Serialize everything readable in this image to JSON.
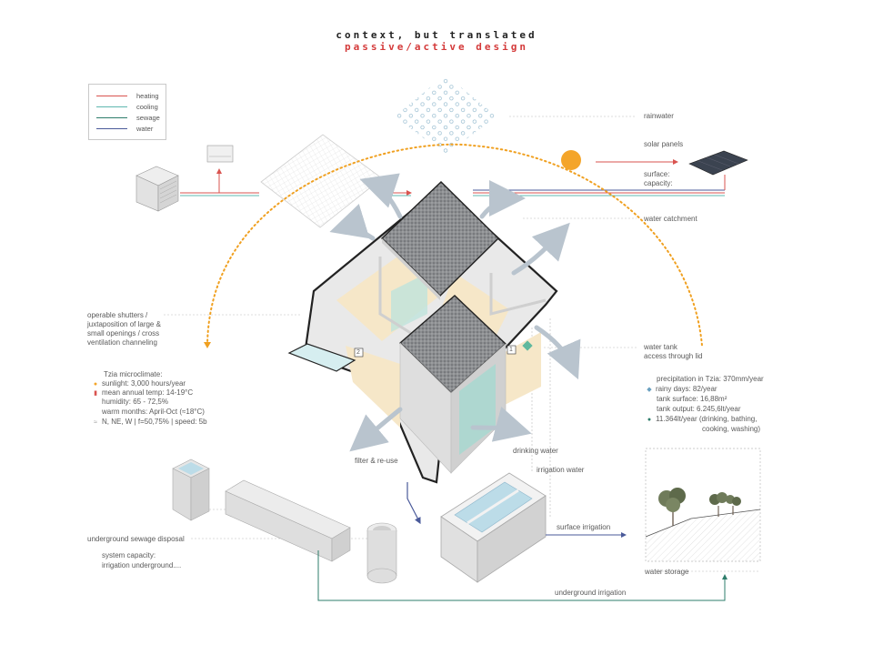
{
  "header": {
    "title": "context, but translated",
    "subtitle": "passive/active design"
  },
  "legend": {
    "items": [
      {
        "label": "heating",
        "color": "#d9534f"
      },
      {
        "label": "cooling",
        "color": "#5fb8b0"
      },
      {
        "label": "sewage",
        "color": "#2e7d6b"
      },
      {
        "label": "water",
        "color": "#4a5a9a"
      }
    ]
  },
  "labels": {
    "rainwater": "rainwater",
    "solar_panels": "solar panels",
    "surface": "surface:",
    "capacity": "capacity:",
    "water_catchment": "water catchment",
    "shutters": "operable shutters / juxtaposition of large & small openings / cross ventilation channeling",
    "water_tank_1": "water tank",
    "water_tank_2": "access through lid",
    "filter_reuse": "filter & re-use",
    "drinking_water": "drinking water",
    "irrigation_water": "irrigation water",
    "surface_irrigation": "surface irrigation",
    "sewage_disposal": "underground sewage disposal",
    "system_capacity": "system capacity:",
    "irrigation_underground": "irrigation underground....",
    "water_storage": "water storage",
    "underground_irrigation": "underground irrigation",
    "room_1": "1",
    "room_2": "2"
  },
  "microclimate": {
    "title": "Tzia microclimate:",
    "sunlight": "sunlight: 3,000 hours/year",
    "temp": "mean annual temp: 14-19°C",
    "humidity": "humidity: 65 - 72,5%",
    "warm_months": "warm months: April-Oct (≈18°C)",
    "wind": "N, NE, W | f=50,75% | speed: 5b"
  },
  "water_stats": {
    "precipitation": "precipitation in Tzia: 370mm/year",
    "rainy_days": "rainy days: 82/year",
    "tank_surface": "tank surface: 16,88m²",
    "tank_output": "tank output: 6.245,6lt/year",
    "usage_1": "11.364lt/year (drinking, bathing,",
    "usage_2": "cooking, washing)"
  },
  "colors": {
    "heating": "#d9534f",
    "cooling": "#5fb8b0",
    "sewage": "#2e7d6b",
    "water": "#4a5a9a",
    "sun": "#f4a52a",
    "dotted_arc": "#f0a020",
    "airflow_arrow": "#b9c4ce"
  },
  "icons": {
    "sun": "sun-icon",
    "thermometer": "thermometer-icon",
    "drop": "water-drop-icon",
    "wind": "wind-icon",
    "person": "person-icon"
  }
}
